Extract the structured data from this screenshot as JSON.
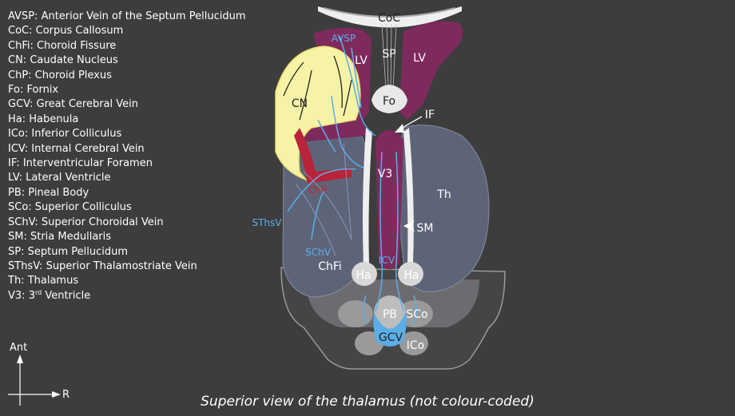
{
  "legend": [
    {
      "abbr": "AVSP",
      "full": "Anterior Vein of the Septum Pellucidum"
    },
    {
      "abbr": "CoC",
      "full": "Corpus Callosum"
    },
    {
      "abbr": "ChFi",
      "full": "Choroid Fissure"
    },
    {
      "abbr": "CN",
      "full": "Caudate Nucleus"
    },
    {
      "abbr": "ChP",
      "full": "Choroid Plexus"
    },
    {
      "abbr": "Fo",
      "full": "Fornix"
    },
    {
      "abbr": "GCV",
      "full": "Great Cerebral Vein"
    },
    {
      "abbr": "Ha",
      "full": "Habenula"
    },
    {
      "abbr": "ICo",
      "full": "Inferior Colliculus"
    },
    {
      "abbr": "ICV",
      "full": "Internal Cerebral Vein"
    },
    {
      "abbr": "IF",
      "full": "Interventricular Foramen"
    },
    {
      "abbr": "LV",
      "full": "Lateral Ventricle"
    },
    {
      "abbr": "PB",
      "full": "Pineal Body"
    },
    {
      "abbr": "SCo",
      "full": "Superior Colliculus"
    },
    {
      "abbr": "SChV",
      "full": "Superior Choroidal Vein"
    },
    {
      "abbr": "SM",
      "full": "Stria Medullaris"
    },
    {
      "abbr": "SP",
      "full": "Septum Pellucidum"
    },
    {
      "abbr": "SThsV",
      "full": "Superior Thalamostriate Vein"
    },
    {
      "abbr": "Th",
      "full": "Thalamus"
    },
    {
      "abbr": "V3",
      "full": "3",
      "sup": "rd",
      "after": " Ventricle"
    }
  ],
  "caption": "Superior view of the thalamus (not colour-coded)",
  "compass": {
    "up": "Ant",
    "right": "R"
  },
  "labels": {
    "coc": "CoC",
    "avsp": "AVSP",
    "sp": "SP",
    "lv_left": "LV",
    "lv_right": "LV",
    "cn": "CN",
    "fo": "Fo",
    "if": "IF",
    "v3": "V3",
    "th": "Th",
    "chp": "ChP",
    "sm": "SM",
    "sthsv": "SThsV",
    "schv": "SChV",
    "chfi": "ChFi",
    "icv": "ICV",
    "ha_left": "Ha",
    "ha_right": "Ha",
    "pb": "PB",
    "sco": "SCo",
    "gcv": "GCV",
    "ico": "ICo"
  },
  "colors": {
    "background": "#3d3d3d",
    "thalamus": "#5e6478",
    "ventricle": "#7e2a5c",
    "caudate": "#f6f3a6",
    "vein": "#5aaee8",
    "choroid_plexus": "#b8243a",
    "white_matter": "#efefef",
    "brainstem": "#9a9a9a"
  }
}
